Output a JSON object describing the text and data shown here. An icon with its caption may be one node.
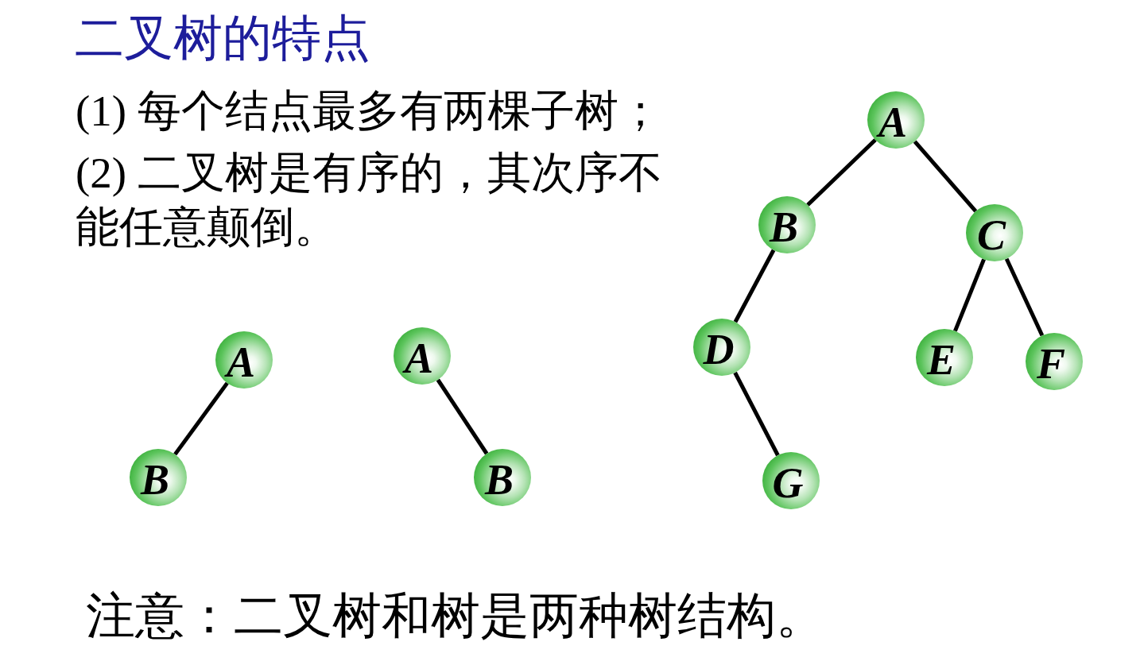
{
  "diagram": {
    "title": "二叉树的特点",
    "nodes": [
      {
        "text": [
          "A"
        ]
      },
      {
        "text": [
          "B"
        ]
      },
      {
        "text": [
          "C"
        ]
      },
      {
        "text": [
          "D"
        ]
      },
      {
        "text": [
          "E"
        ]
      },
      {
        "text": [
          "F"
        ]
      },
      {
        "text": [
          "G"
        ]
      },
      {
        "text": [
          "A"
        ]
      },
      {
        "text": [
          "B"
        ]
      },
      {
        "text": [
          "A"
        ]
      },
      {
        "text": [
          "B"
        ]
      }
    ],
    "edges": [
      {
        "from": 0,
        "to": 1,
        "arrow": "none"
      },
      {
        "from": 0,
        "to": 2,
        "arrow": "none"
      },
      {
        "from": 1,
        "to": 3,
        "arrow": "none"
      },
      {
        "from": 3,
        "to": 6,
        "arrow": "none"
      },
      {
        "from": 2,
        "to": 4,
        "arrow": "none"
      },
      {
        "from": 2,
        "to": 5,
        "arrow": "none"
      },
      {
        "from": 7,
        "to": 8,
        "arrow": "none"
      },
      {
        "from": 9,
        "to": 10,
        "arrow": "none"
      }
    ],
    "labels": [
      "(1) 每个结点最多有两棵子树；",
      "(2) 二叉树是有序的，其次序不能任意颠倒。",
      "注意：二叉树和树是两种树结构。"
    ]
  }
}
